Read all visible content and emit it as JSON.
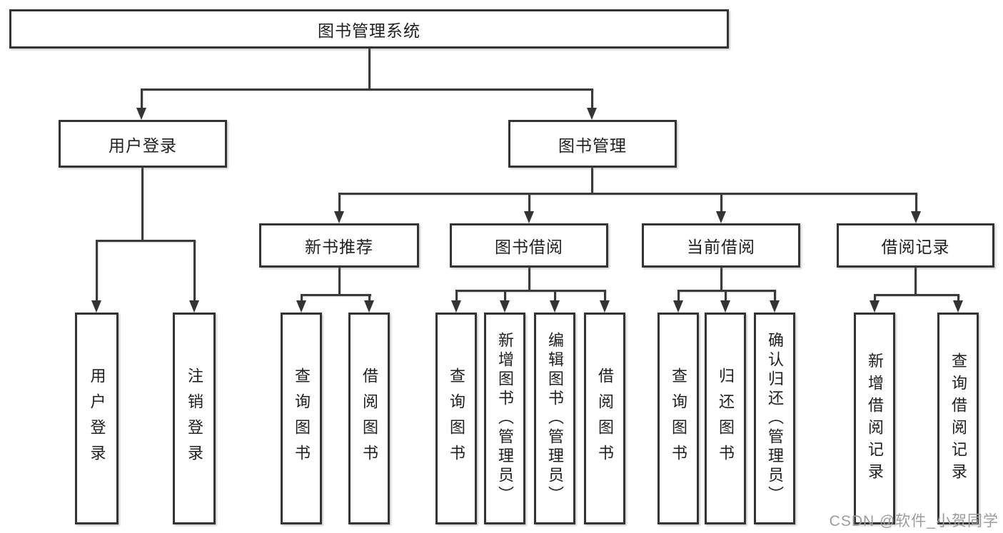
{
  "diagram": {
    "title": "图书管理系统",
    "root": {
      "label": "图书管理系统"
    },
    "branches": {
      "user": {
        "label": "用户登录",
        "children": [
          "用户登录",
          "注销登录"
        ]
      },
      "book": {
        "label": "图书管理",
        "sections": [
          {
            "label": "新书推荐",
            "children": [
              "查询图书",
              "借阅图书"
            ]
          },
          {
            "label": "图书借阅",
            "children": [
              "查询图书",
              "新增图书（管理员）",
              "编辑图书（管理员）",
              "借阅图书"
            ]
          },
          {
            "label": "当前借阅",
            "children": [
              "查询图书",
              "归还图书",
              "确认归还（管理员）"
            ]
          },
          {
            "label": "借阅记录",
            "children": [
              "新增借阅记录",
              "查询借阅记录"
            ]
          }
        ]
      }
    }
  },
  "colors": {
    "line": "#343434",
    "text": "#1f1f1f",
    "background": "#ffffff",
    "watermark": "#9c9c9c"
  },
  "watermark": {
    "text": "CSDN @软件_小贺同学"
  }
}
